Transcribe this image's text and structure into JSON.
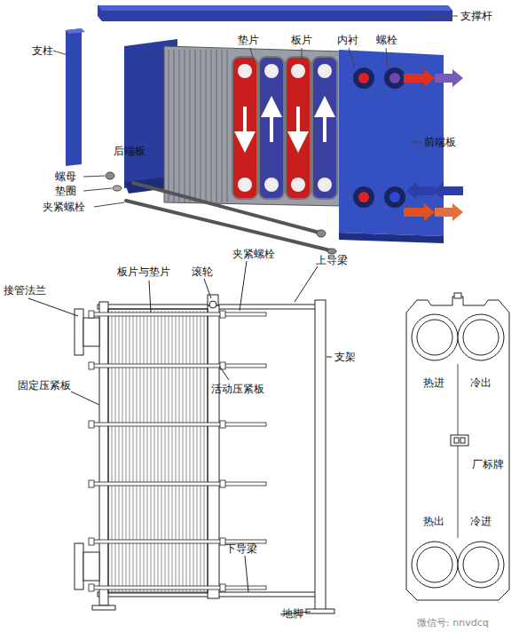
{
  "diagram": {
    "labels": [
      "支撑杆",
      "支柱",
      "垫片",
      "板片",
      "内衬",
      "螺栓",
      "后端板",
      "前端板",
      "螺母",
      "垫圈",
      "夹紧螺栓",
      "接管法兰",
      "板片与垫片",
      "滚轮",
      "夹紧螺栓",
      "上导梁",
      "支架",
      "固定压紧板",
      "活动压紧板",
      "下导梁",
      "地脚",
      "热进",
      "冷出",
      "厂标牌",
      "热出",
      "冷进",
      "微信号: nnvdcq"
    ]
  }
}
